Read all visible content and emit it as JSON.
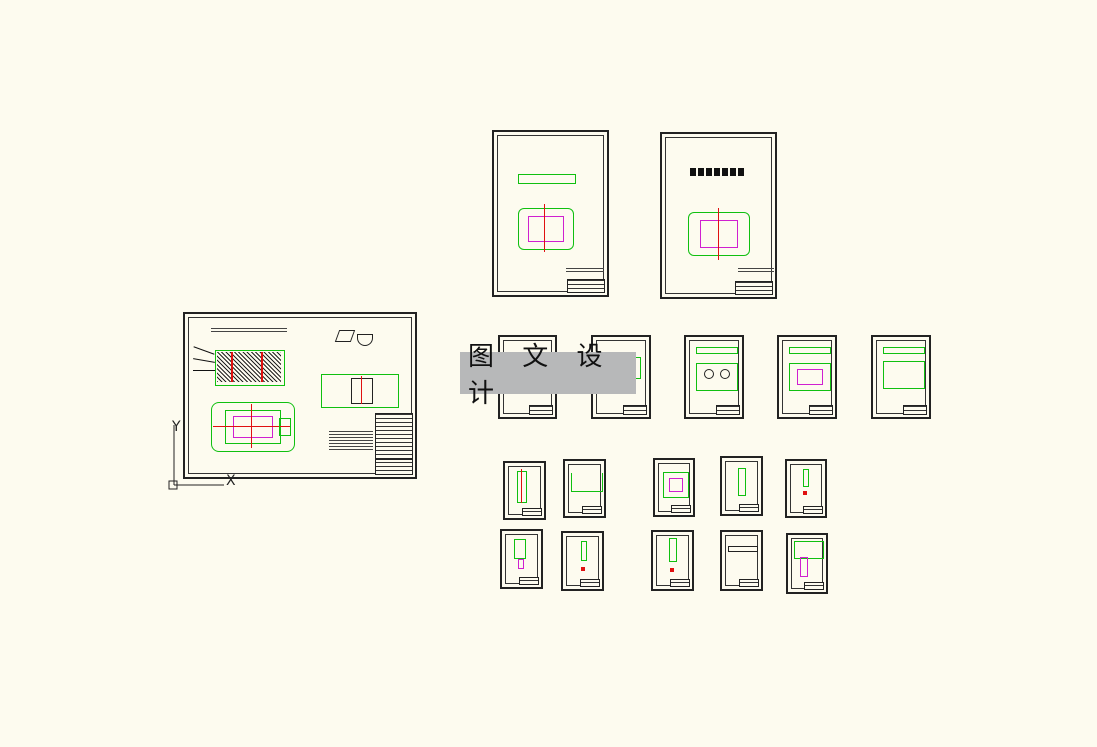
{
  "watermark": {
    "text": "图 文 设 计"
  },
  "ucs": {
    "y_label": "Y",
    "x_label": "X",
    "icon": "ucs-icon"
  },
  "colors": {
    "background": "#fdfbef",
    "geometry": "#10c010",
    "hidden": "#d020d0",
    "center": "#e01010",
    "frame": "#222222",
    "watermark_bg": "#b7b8b9"
  }
}
